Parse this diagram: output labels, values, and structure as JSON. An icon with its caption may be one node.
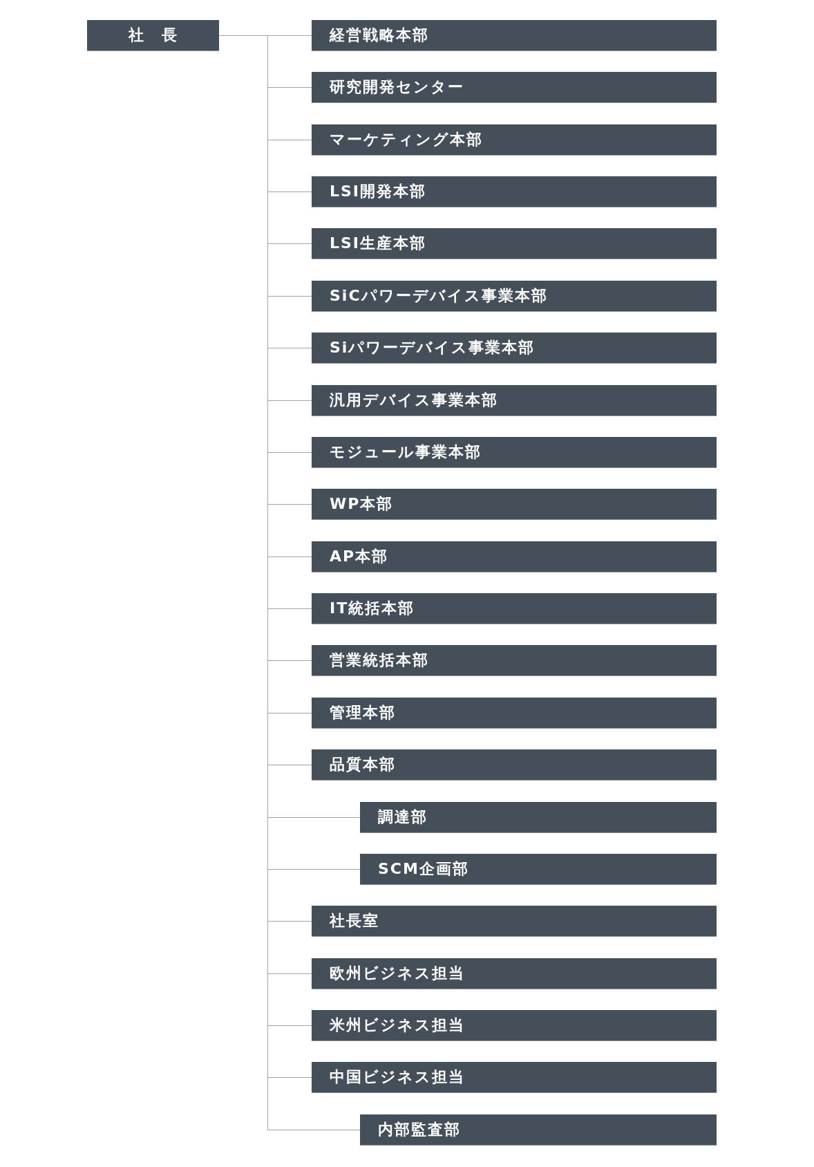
{
  "diagram": {
    "nodes": [
      {
        "text": [
          "社　長"
        ]
      },
      {
        "text": [
          "経営戦略本部"
        ]
      },
      {
        "text": [
          "研究開発センター"
        ]
      },
      {
        "text": [
          "マーケティング本部"
        ]
      },
      {
        "text": [
          "LSI開発本部"
        ]
      },
      {
        "text": [
          "LSI生産本部"
        ]
      },
      {
        "text": [
          "SiCパワーデバイス事業本部"
        ]
      },
      {
        "text": [
          "Siパワーデバイス事業本部"
        ]
      },
      {
        "text": [
          "汎用デバイス事業本部"
        ]
      },
      {
        "text": [
          "モジュール事業本部"
        ]
      },
      {
        "text": [
          "WP本部"
        ]
      },
      {
        "text": [
          "AP本部"
        ]
      },
      {
        "text": [
          "IT統括本部"
        ]
      },
      {
        "text": [
          "営業統括本部"
        ]
      },
      {
        "text": [
          "管理本部"
        ]
      },
      {
        "text": [
          "品質本部"
        ]
      },
      {
        "text": [
          "調達部"
        ]
      },
      {
        "text": [
          "SCM企画部"
        ]
      },
      {
        "text": [
          "社長室"
        ]
      },
      {
        "text": [
          "欧州ビジネス担当"
        ]
      },
      {
        "text": [
          "米州ビジネス担当"
        ]
      },
      {
        "text": [
          "中国ビジネス担当"
        ]
      },
      {
        "text": [
          "内部監査部"
        ]
      }
    ],
    "edges": [
      {
        "from": 0,
        "to": 1,
        "arrow": "none"
      },
      {
        "from": 0,
        "to": 2,
        "arrow": "none"
      },
      {
        "from": 0,
        "to": 3,
        "arrow": "none"
      },
      {
        "from": 0,
        "to": 4,
        "arrow": "none"
      },
      {
        "from": 0,
        "to": 5,
        "arrow": "none"
      },
      {
        "from": 0,
        "to": 6,
        "arrow": "none"
      },
      {
        "from": 0,
        "to": 7,
        "arrow": "none"
      },
      {
        "from": 0,
        "to": 8,
        "arrow": "none"
      },
      {
        "from": 0,
        "to": 9,
        "arrow": "none"
      },
      {
        "from": 0,
        "to": 10,
        "arrow": "none"
      },
      {
        "from": 0,
        "to": 11,
        "arrow": "none"
      },
      {
        "from": 0,
        "to": 12,
        "arrow": "none"
      },
      {
        "from": 0,
        "to": 13,
        "arrow": "none"
      },
      {
        "from": 0,
        "to": 14,
        "arrow": "none"
      },
      {
        "from": 0,
        "to": 15,
        "arrow": "none"
      },
      {
        "from": 0,
        "to": 16,
        "arrow": "none"
      },
      {
        "from": 0,
        "to": 17,
        "arrow": "none"
      },
      {
        "from": 0,
        "to": 18,
        "arrow": "none"
      },
      {
        "from": 0,
        "to": 19,
        "arrow": "none"
      },
      {
        "from": 0,
        "to": 20,
        "arrow": "none"
      },
      {
        "from": 0,
        "to": 21,
        "arrow": "none"
      },
      {
        "from": 0,
        "to": 22,
        "arrow": "none"
      }
    ]
  }
}
